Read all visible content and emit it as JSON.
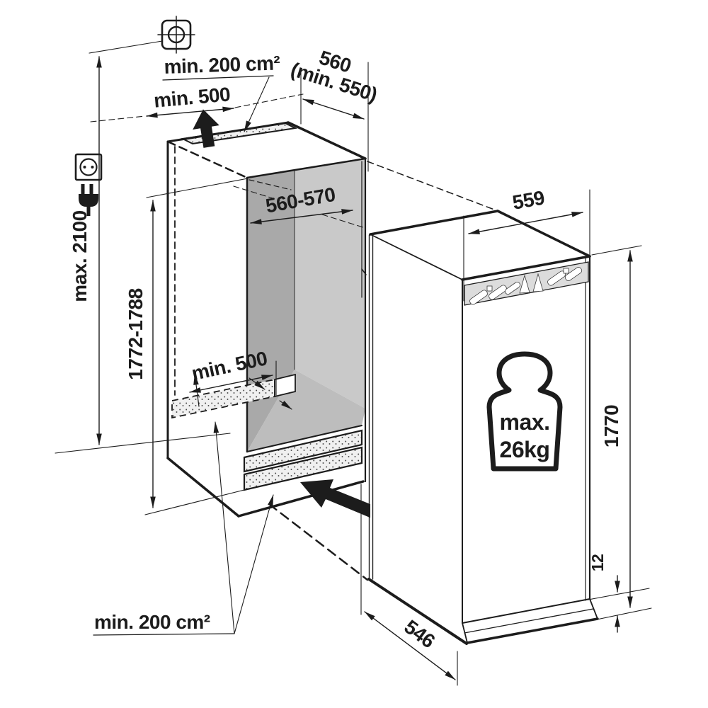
{
  "diagram": {
    "title": "built-in-appliance-niche-installation-dimensions",
    "labels": {
      "top_vent_area": "min. 200 cm²",
      "top_clearance": "min. 500",
      "top_depth_main": "560",
      "top_depth_paren": "(min. 550)",
      "niche_width": "560-570",
      "max_total_height": "max. 2100",
      "niche_height": "1772-1788",
      "bottom_clearance": "min. 500",
      "appliance_width": "559",
      "appliance_height": "1770",
      "base_gap": "12",
      "appliance_depth": "546",
      "bottom_vent_area": "min. 200 cm²",
      "door_load_line1": "max.",
      "door_load_line2": "26kg"
    },
    "icons": {
      "ceiling_reference": "crosshair-in-rounded-square",
      "power_socket": "socket-square-circle-two-pins",
      "power_plug": "black-plug-silhouette",
      "airflow_top": "black-up-arrow",
      "airflow_bottom": "black-diagonal-arrow",
      "max_door_load": "weight-kettlebell-outline"
    },
    "colors": {
      "line": "#1c1c1c",
      "interior_side_wall": "#a9a9a9",
      "interior_back_wall": "#c9c9c9",
      "interior_floor": "#bdbdbd",
      "vent_stipple_bg": "#f0f0f0",
      "grille_fill": "#dcdcdc",
      "arrow_fill": "#1c1c1c"
    }
  }
}
